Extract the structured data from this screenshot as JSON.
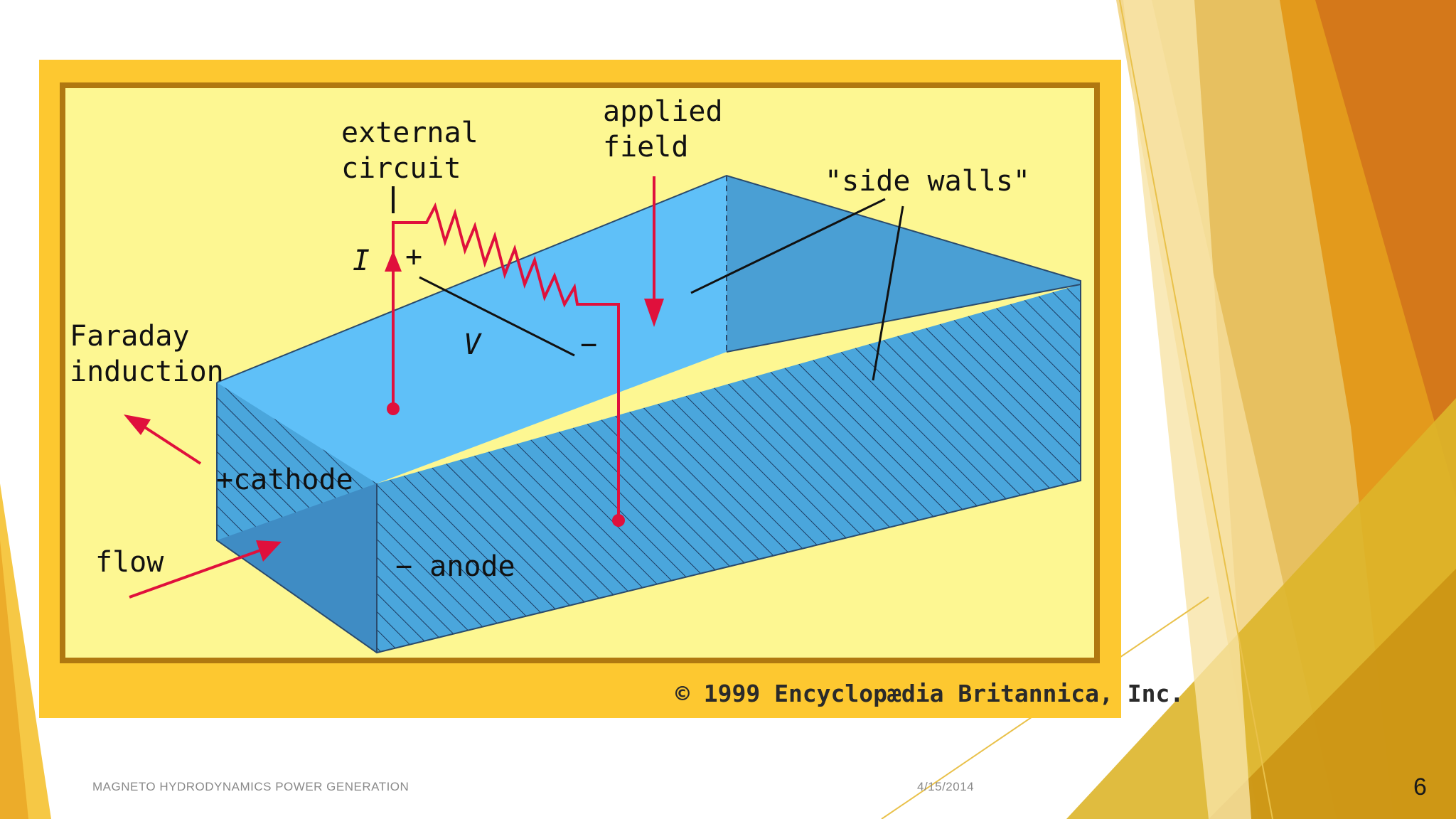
{
  "slide": {
    "footer_title": "MAGNETO HYDRODYNAMICS POWER GENERATION",
    "footer_date": "4/15/2014",
    "page_number": "6"
  },
  "diagram": {
    "labels": {
      "external_circuit_line1": "external",
      "external_circuit_line2": "circuit",
      "applied_field_line1": "applied",
      "applied_field_line2": "field",
      "side_walls": "\"side walls\"",
      "current": "I",
      "plus": "+",
      "voltage": "V",
      "minus": "−",
      "faraday_line1": "Faraday",
      "faraday_line2": "induction",
      "cathode": "+cathode",
      "flow": "flow",
      "anode": "− anode"
    },
    "copyright": "© 1999 Encyclopædia Britannica, Inc."
  },
  "colors": {
    "frame": "#fdc830",
    "background": "#fdf792",
    "border": "#b07810",
    "channel_top": "#5fc0f8",
    "channel_side": "#4aa0d8",
    "circuit": "#e0103c"
  }
}
